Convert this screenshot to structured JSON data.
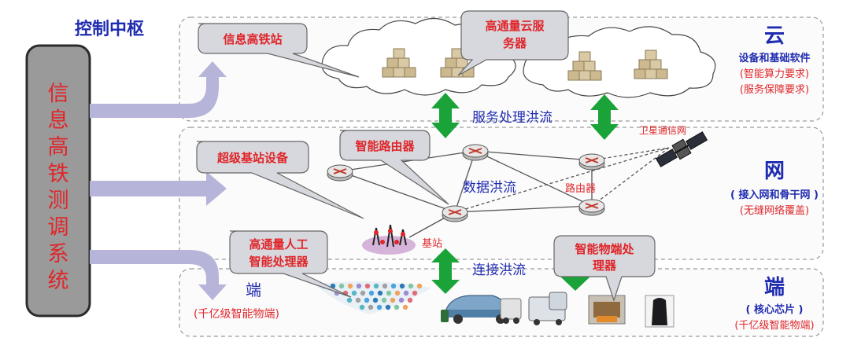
{
  "control_center": {
    "title": "控制中枢",
    "system_chars": [
      "信",
      "息",
      "高",
      "铁",
      "测",
      "调",
      "系",
      "统"
    ]
  },
  "layers": {
    "cloud": {
      "title": "云",
      "subtitle": "设备和基础软件",
      "notes": [
        "(智能算力要求)",
        "(服务保障要求)"
      ]
    },
    "network": {
      "title": "网",
      "subtitle": "( 接入网和骨干网 )",
      "note": "(无缝网络覆盖)"
    },
    "edge": {
      "title": "端",
      "subtitle": "( 核心芯片 )",
      "note": "(千亿级智能物端)"
    }
  },
  "callouts": {
    "info_station": "信息高铁站",
    "cloud_server": [
      "高通量云服",
      "务器"
    ],
    "super_base": "超级基站设备",
    "smart_router": "智能路由器",
    "ai_processor": [
      "高通量人工",
      "智能处理器"
    ],
    "iot_processor": [
      "智能物端处",
      "理器"
    ]
  },
  "flows": {
    "service": "服务处理洪流",
    "data": "数据洪流",
    "connect": "连接洪流"
  },
  "labels": {
    "satellite": "卫星通信网",
    "router": "路由器",
    "base_station": "基站",
    "edge_left_title": "端",
    "edge_left_sub": "(千亿级智能物端)"
  },
  "colors": {
    "blue_text": "#1f2bb0",
    "red_text": "#e0262a",
    "arrow_fill": "#b7b4da",
    "green_arrow": "#1aa338",
    "callout_fill": "#d6d8de"
  }
}
